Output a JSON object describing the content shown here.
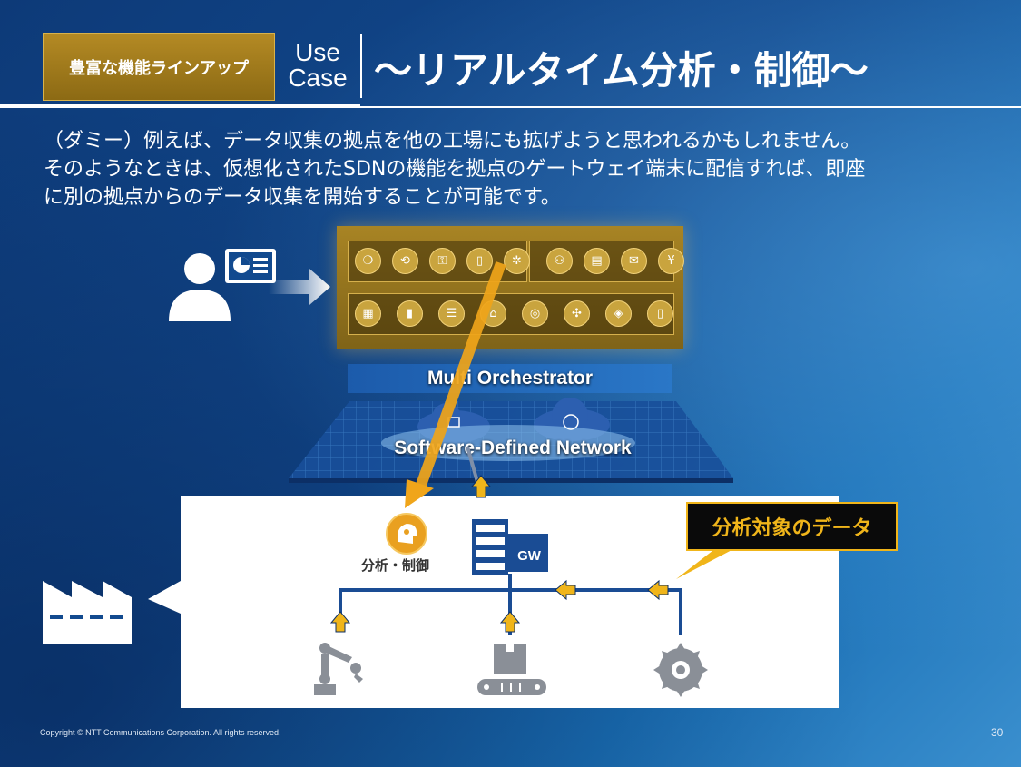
{
  "header": {
    "badge": "豊富な機能ラインアップ",
    "usecase_line1": "Use",
    "usecase_line2": "Case",
    "title": "～リアルタイム分析・制御～"
  },
  "body": {
    "line1": "（ダミー）例えば、データ収集の拠点を他の工場にも拡げようと思われるかもしれません。",
    "line2": "そのようなときは、仮想化されたSDNの機能を拠点のゲートウェイ端末に配信すれば、即座",
    "line3": "に別の拠点からのデータ収集を開始することが可能です。"
  },
  "diagram": {
    "orchestrator_label": "Multi Orchestrator",
    "sdn_label": "Software-Defined Network",
    "analysis_label": "分析・制御",
    "gw_label": "GW",
    "callout": "分析対象のデータ",
    "top_icons": [
      "money-bag-icon",
      "sync-icon",
      "key-icon",
      "document-icon",
      "brain-icon",
      "people-icon",
      "report-icon",
      "mail-icon",
      "yen-icon"
    ],
    "bottom_icons": [
      "grid-icon",
      "chart-icon",
      "list-icon",
      "lock-icon",
      "globe-icon",
      "network-icon",
      "chip-icon",
      "mobile-icon"
    ],
    "yen_glyph": "¥",
    "accent": "#f0b51a",
    "gold": "#a88424"
  },
  "footer": {
    "copyright": "Copyright © NTT Communications Corporation. All rights reserved.",
    "page": "30"
  }
}
